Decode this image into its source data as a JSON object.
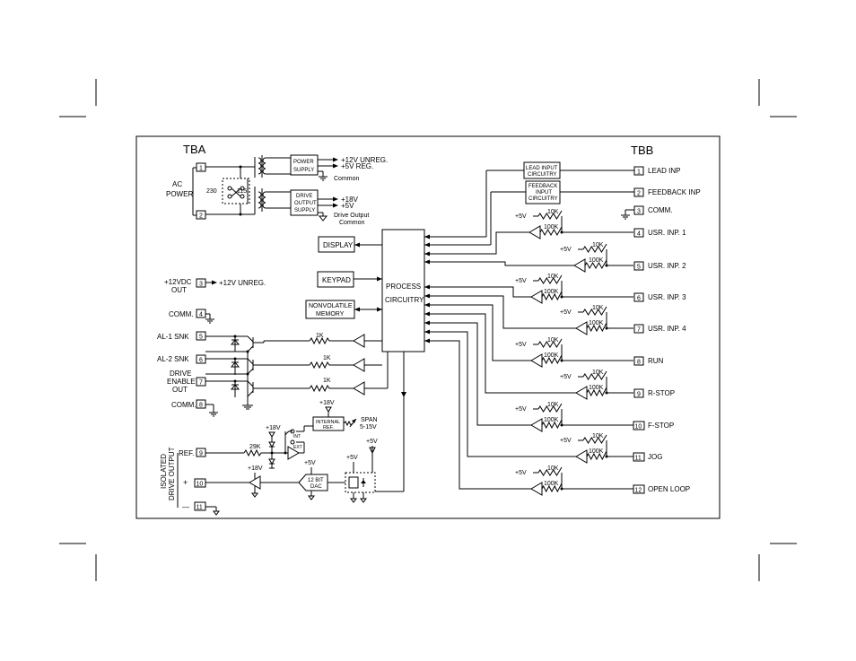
{
  "tba": {
    "title": "TBA",
    "ac_power": "AC POWER",
    "ac_power_l1": "AC",
    "ac_power_l2": "POWER",
    "sw_230": "230",
    "sw_115": "115",
    "power_supply_l1": "POWER",
    "power_supply_l2": "SUPPLY",
    "out_12v_unreg": "+12V UNREG.",
    "out_5v_reg": "+5V REG.",
    "out_common": "Common",
    "drive_output_supply_l1": "DRIVE",
    "drive_output_supply_l2": "OUTPUT",
    "drive_output_supply_l3": "SUPPLY",
    "out_18v": "+18V",
    "out_5v": "+5V",
    "drive_output_common_l1": "Drive Output",
    "drive_output_common_l2": "Common",
    "display": "DISPLAY",
    "keypad": "KEYPAD",
    "nonvolatile_l1": "NONVOLATILE",
    "nonvolatile_l2": "MEMORY",
    "vdc_out_l1": "+12VDC",
    "vdc_out_l2": "OUT",
    "vdc_arrow": "+12V UNREG.",
    "comm": "COMM.",
    "al1": "AL-1 SNK",
    "al2": "AL-2 SNK",
    "drive_enable_l1": "DRIVE",
    "drive_enable_l2": "ENABLE",
    "drive_enable_l3": "OUT",
    "comm8": "COMM.",
    "res_1k": "1K",
    "ref": "REF.",
    "res_29k": "29K",
    "plus18v": "+18V",
    "plus5v": "+5V",
    "int": "INT",
    "ext": "EXT",
    "internal_ref_l1": "INTERNAL",
    "internal_ref_l2": "REF.",
    "span_l1": "SPAN",
    "span_l2": "5-15V",
    "dac_l1": "12 BIT",
    "dac_l2": "DAC",
    "isolated_l1": "ISOLATED",
    "isolated_l2": "DRIVE OUTPUT",
    "plus_sign": "+",
    "minus_sign": "—",
    "terminals": [
      "1",
      "2",
      "3",
      "4",
      "5",
      "6",
      "7",
      "8",
      "9",
      "10",
      "11"
    ]
  },
  "process": {
    "l1": "PROCESS",
    "l2": "CIRCUITRY"
  },
  "tbb": {
    "title": "TBB",
    "lead_input_l1": "LEAD INPUT",
    "lead_input_l2": "CIRCUITRY",
    "feedback_l1": "FEEDBACK",
    "feedback_l2": "INPUT",
    "feedback_l3": "CIRCUITRY",
    "plus5v": "+5V",
    "r10k": "10K",
    "r100k": "100K",
    "terminals": [
      {
        "num": "1",
        "label": "LEAD INP"
      },
      {
        "num": "2",
        "label": "FEEDBACK INP"
      },
      {
        "num": "3",
        "label": "COMM."
      },
      {
        "num": "4",
        "label": "USR. INP. 1"
      },
      {
        "num": "5",
        "label": "USR. INP. 2"
      },
      {
        "num": "6",
        "label": "USR. INP. 3"
      },
      {
        "num": "7",
        "label": "USR. INP. 4"
      },
      {
        "num": "8",
        "label": "RUN"
      },
      {
        "num": "9",
        "label": "R-STOP"
      },
      {
        "num": "10",
        "label": "F-STOP"
      },
      {
        "num": "11",
        "label": "JOG"
      },
      {
        "num": "12",
        "label": "OPEN LOOP"
      }
    ]
  }
}
